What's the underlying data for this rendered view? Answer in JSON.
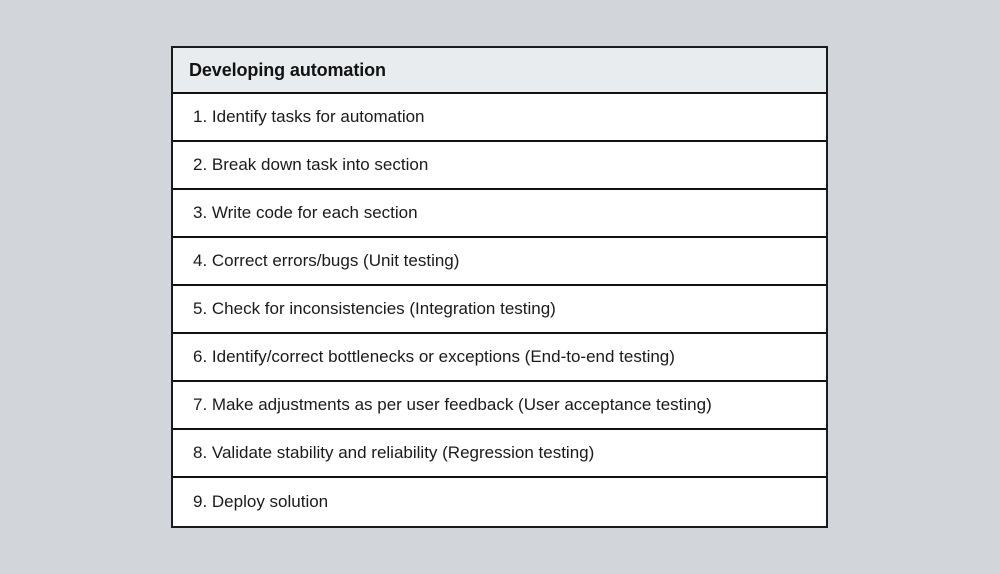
{
  "page": {
    "background_color": "#d2d6da"
  },
  "table": {
    "border_color": "#111111",
    "header": {
      "title": "Developing automation",
      "background_color": "#e9ecee",
      "text_color": "#121212"
    },
    "rows": [
      {
        "text": "1. Identify tasks for automation"
      },
      {
        "text": "2. Break down task into section"
      },
      {
        "text": "3. Write code for each section"
      },
      {
        "text": "4. Correct errors/bugs (Unit testing)"
      },
      {
        "text": "5. Check for inconsistencies (Integration testing)"
      },
      {
        "text": "6. Identify/correct bottlenecks or exceptions (End-to-end testing)"
      },
      {
        "text": "7. Make adjustments as per user feedback (User acceptance testing)"
      },
      {
        "text": "8. Validate stability and reliability (Regression testing)"
      },
      {
        "text": "9. Deploy solution"
      }
    ]
  }
}
